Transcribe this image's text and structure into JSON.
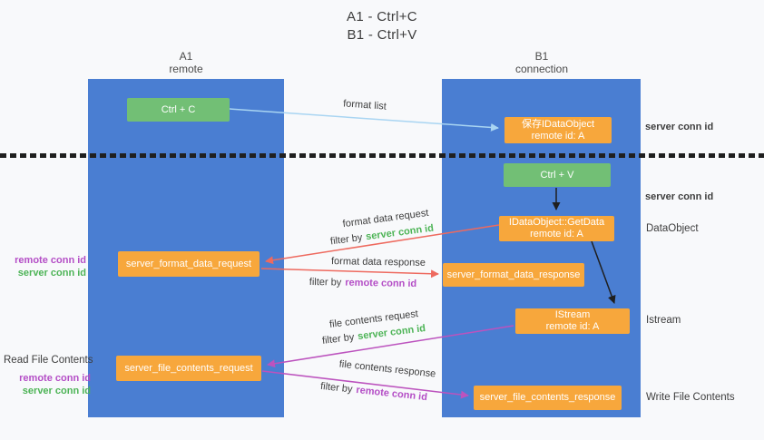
{
  "title": {
    "line1": "A1 - Ctrl+C",
    "line2": "B1 - Ctrl+V"
  },
  "columns": {
    "a1": {
      "name": "A1",
      "subtitle": "remote"
    },
    "b1": {
      "name": "B1",
      "subtitle": "connection"
    }
  },
  "nodes": {
    "ctrl_c": "Ctrl + C",
    "ctrl_v": "Ctrl + V",
    "save_idataobject": {
      "line1": "保存IDataObject",
      "line2": "remote id: A"
    },
    "getdata": {
      "line1": "IDataObject::GetData",
      "line2": "remote id: A"
    },
    "istream": {
      "line1": "IStream",
      "line2": "remote id: A"
    },
    "format_request": "server_format_data_request",
    "format_response": "server_format_data_response",
    "file_request": "server_file_contents_request",
    "file_response": "server_file_contents_response"
  },
  "labels": {
    "server_conn_id": "server conn id",
    "remote_conn_id": "remote conn id",
    "dataobject": "DataObject",
    "istream": "Istream",
    "read_file_contents": "Read File Contents",
    "write_file_contents": "Write File Contents",
    "filter_by": "filter by",
    "format_list": "format list",
    "format_data_request": "format data request",
    "format_data_response": "format data response",
    "file_contents_request": "file contents request",
    "file_contents_response": "file contents response"
  },
  "colors": {
    "background": "#f8f9fb",
    "column-blue": "#4a7ed2",
    "box-green": "#72bf75",
    "box-orange": "#f7a73c",
    "text-green": "#4db456",
    "text-purple": "#b44ec6",
    "text-dark": "#3d3d3d",
    "arrow-red": "#ee6a5f",
    "arrow-magenta": "#bc53be",
    "arrow-blue": "#a9d5f2",
    "arrow-black": "#1f1f1f"
  }
}
